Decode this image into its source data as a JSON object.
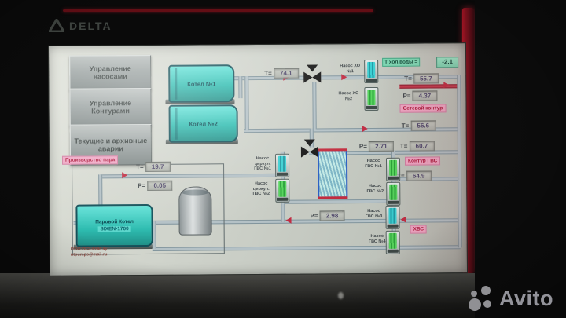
{
  "device": {
    "brand": "DELTA"
  },
  "watermark": {
    "text": "Avito"
  },
  "nav": {
    "buttons": [
      {
        "label": "Управление насосами"
      },
      {
        "label": "Управление Контурами"
      },
      {
        "label": "Текущие и архивные аварии"
      }
    ]
  },
  "mimic": {
    "boilers": [
      {
        "label": "Котел №1"
      },
      {
        "label": "Котел №2"
      }
    ],
    "supply_temp": {
      "label": "T=",
      "value": "74.1"
    },
    "cold_water": {
      "label": "Т хол.воды =",
      "value": "-2.1"
    },
    "net_supply": {
      "label": "T=",
      "value": "55.7"
    },
    "net_pressure": {
      "label": "P=",
      "value": "4.37"
    },
    "net_contour": "Сетевой контур",
    "net_return": {
      "label": "T=",
      "value": "56.6"
    },
    "hx_pressure": {
      "label": "P=",
      "value": "2.71"
    },
    "hx_temp": {
      "label": "T=",
      "value": "60.7"
    },
    "gvs_contour": "Контур ГВС",
    "gvs_temp": {
      "label": "T=",
      "value": "64.9"
    },
    "gvs_ret_pressure": {
      "label": "P=",
      "value": "2.98"
    },
    "hvs": "ХВС",
    "pumps": [
      {
        "label": "Насос ХО №1"
      },
      {
        "label": "Насос ХО №2"
      },
      {
        "label": "Насос циркул. ГВС №1"
      },
      {
        "label": "Насос циркул. ГВС №2"
      },
      {
        "label": "Насос ГВС №1"
      },
      {
        "label": "Насос ГВС №2"
      },
      {
        "label": "Насос ГВС №3"
      },
      {
        "label": "Насос ГВС №4"
      }
    ],
    "steam": {
      "title": "Производство пара",
      "temp": {
        "label": "T=",
        "value": "19.7"
      },
      "pressure": {
        "label": "P=",
        "value": "0.05"
      },
      "boiler_name": "Паровой Котел",
      "boiler_model": "SIXEN-1700",
      "footer1": "ООО ПСЗ-ЕНИ 4у",
      "footer2": "ntpumps@mail.ru"
    }
  }
}
